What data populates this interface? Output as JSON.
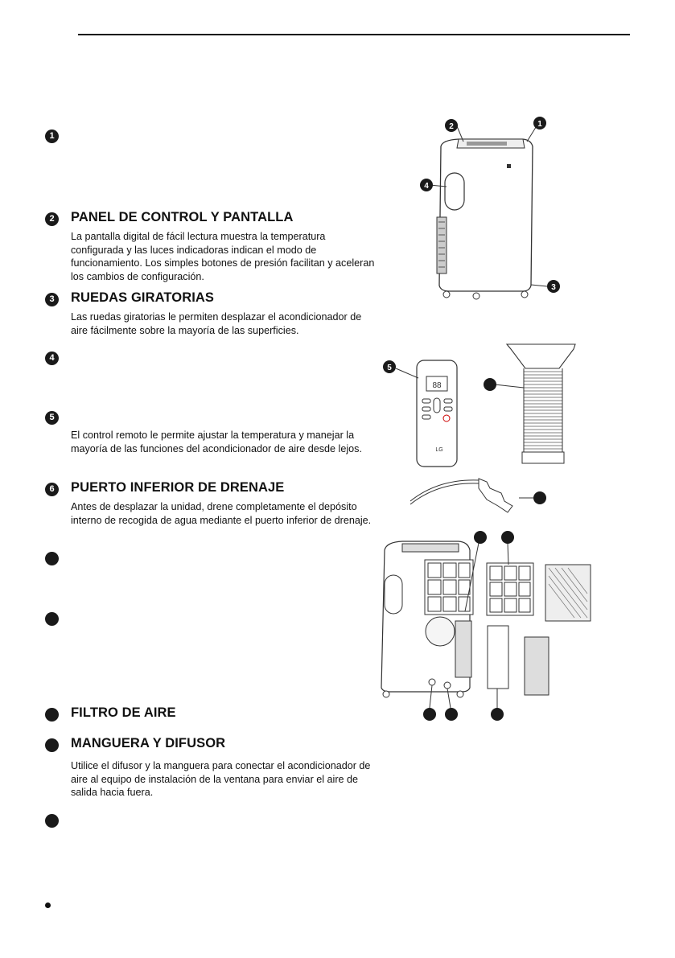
{
  "items": [
    {
      "num": "1",
      "title": "",
      "desc": ""
    },
    {
      "num": "2",
      "title": "PANEL DE CONTROL Y PANTALLA",
      "desc": "La pantalla digital de fácil lectura muestra la temperatura configurada y las luces indicadoras indican el modo de funcionamiento. Los simples botones de presión facilitan y aceleran los cambios de configuración."
    },
    {
      "num": "3",
      "title": "RUEDAS GIRATORIAS",
      "desc": "Las ruedas giratorias le permiten desplazar el acondicionador de aire fácilmente sobre la mayoría de las superficies."
    },
    {
      "num": "4",
      "title": "",
      "desc": ""
    },
    {
      "num": "5",
      "title": "",
      "desc": "El control remoto le permite ajustar la temperatura y manejar la mayoría de las funciones del acondicionador de aire desde lejos."
    },
    {
      "num": "6",
      "title": "PUERTO INFERIOR DE DRENAJE",
      "desc": "Antes de desplazar la unidad, drene completamente el depósito interno de recogida de agua mediante el puerto inferior de drenaje."
    },
    {
      "num": "",
      "title": "",
      "desc": ""
    },
    {
      "num": "",
      "title": "",
      "desc": ""
    },
    {
      "num": "",
      "title": "FILTRO DE AIRE",
      "desc": ""
    },
    {
      "num": "",
      "title": "MANGUERA Y DIFUSOR",
      "desc": "Utilice el difusor y la manguera para conectar el acondicionador de aire al equipo de instalación de la ventana para enviar el aire de salida hacia fuera."
    },
    {
      "num": "",
      "title": "",
      "desc": ""
    }
  ],
  "illustration": {
    "callouts": [
      "1",
      "2",
      "3",
      "4",
      "5"
    ],
    "remote_brand": "LG",
    "remote_display": "88"
  },
  "colors": {
    "badge": "#1a1a1a",
    "line": "#333333",
    "unit_fill": "#ffffff"
  }
}
